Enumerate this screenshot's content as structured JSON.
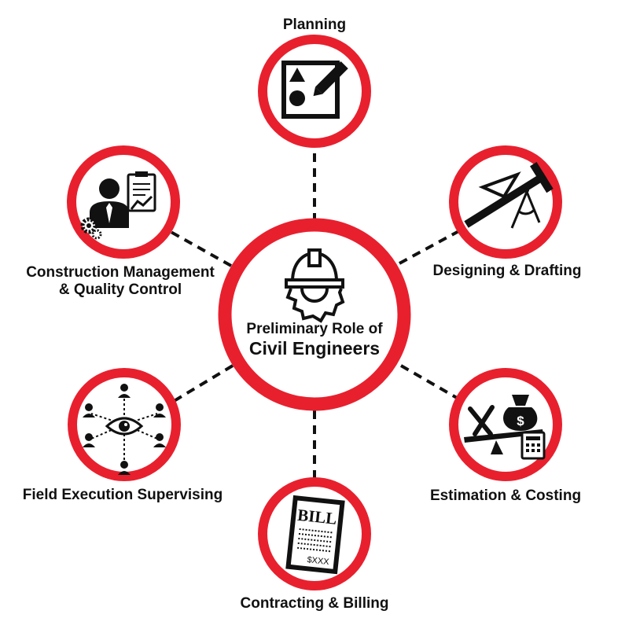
{
  "colors": {
    "accent": "#e8202e",
    "ink": "#111111",
    "background": "#ffffff"
  },
  "center": {
    "line1": "Preliminary Role of",
    "line2": "Civil Engineers",
    "icon": "hardhat-gear-icon"
  },
  "nodes": [
    {
      "id": "planning",
      "label": "Planning",
      "icon": "sketch-shapes-pencil-icon"
    },
    {
      "id": "designing",
      "label": "Designing & Drafting",
      "icon": "drafting-tools-icon"
    },
    {
      "id": "estimation",
      "label": "Estimation & Costing",
      "icon": "tools-balance-money-icon"
    },
    {
      "id": "contracting",
      "label": "Contracting & Billing",
      "icon": "bill-icon"
    },
    {
      "id": "field",
      "label": "Field Execution Supervising",
      "icon": "eye-network-icon"
    },
    {
      "id": "construction",
      "label_lines": [
        "Construction Management",
        "& Quality Control"
      ],
      "icon": "manager-clipboard-icon"
    }
  ],
  "bill_icon_text": {
    "title": "BILL",
    "amount": "$XXX"
  },
  "money_bag_symbol": "$"
}
